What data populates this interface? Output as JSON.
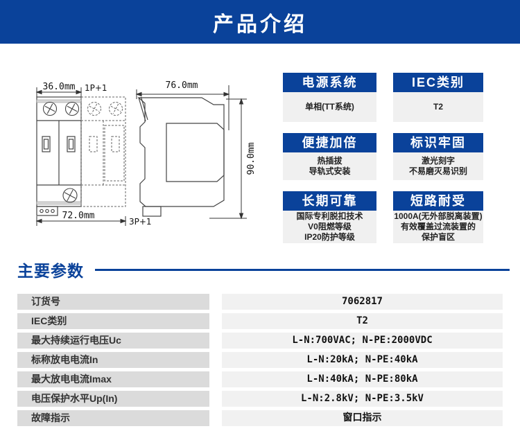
{
  "banner": {
    "title": "产品介绍"
  },
  "drawing": {
    "front_width": "36.0mm",
    "front_config": "1P+1",
    "front_total_width": "72.0mm",
    "front_total_config": "3P+1",
    "side_depth": "76.0mm",
    "side_height": "90.0mm"
  },
  "features": [
    {
      "title": "电源系统",
      "lines": [
        "单相(TT系统)"
      ]
    },
    {
      "title": "IEC类别",
      "lines": [
        "T2"
      ]
    },
    {
      "title": "便捷加倍",
      "lines": [
        "热插拔",
        "导轨式安装"
      ]
    },
    {
      "title": "标识牢固",
      "lines": [
        "激光刻字",
        "不易磨灭易识别"
      ]
    },
    {
      "title": "长期可靠",
      "lines": [
        "国际专利脱扣技术",
        "V0阻燃等级",
        "IP20防护等级"
      ]
    },
    {
      "title": "短路耐受",
      "lines": [
        "1000A(无外部脱离装置)",
        "有效覆盖过流装置的",
        "保护盲区"
      ]
    }
  ],
  "parameters": {
    "section_title": "主要参数",
    "rows": [
      {
        "label": "订货号",
        "value": "7062817"
      },
      {
        "label": "IEC类别",
        "value": "T2"
      },
      {
        "label": "最大持续运行电压Uc",
        "value": "L-N:700VAC; N-PE:2000VDC"
      },
      {
        "label": "标称放电电流In",
        "value": "L-N:20kA; N-PE:40kA"
      },
      {
        "label": "最大放电电流Imax",
        "value": "L-N:40kA; N-PE:80kA"
      },
      {
        "label": "电压保护水平Up(In)",
        "value": "L-N:2.8kV; N-PE:3.5kV"
      },
      {
        "label": "故障指示",
        "value": "窗口指示"
      }
    ]
  },
  "colors": {
    "primary_blue": "#0a429a",
    "banner_text": "#ffffff",
    "card_body_bg": "#f0f0f0",
    "table_label_bg": "#dbdbdb",
    "table_value_bg": "#f1f1f1"
  }
}
